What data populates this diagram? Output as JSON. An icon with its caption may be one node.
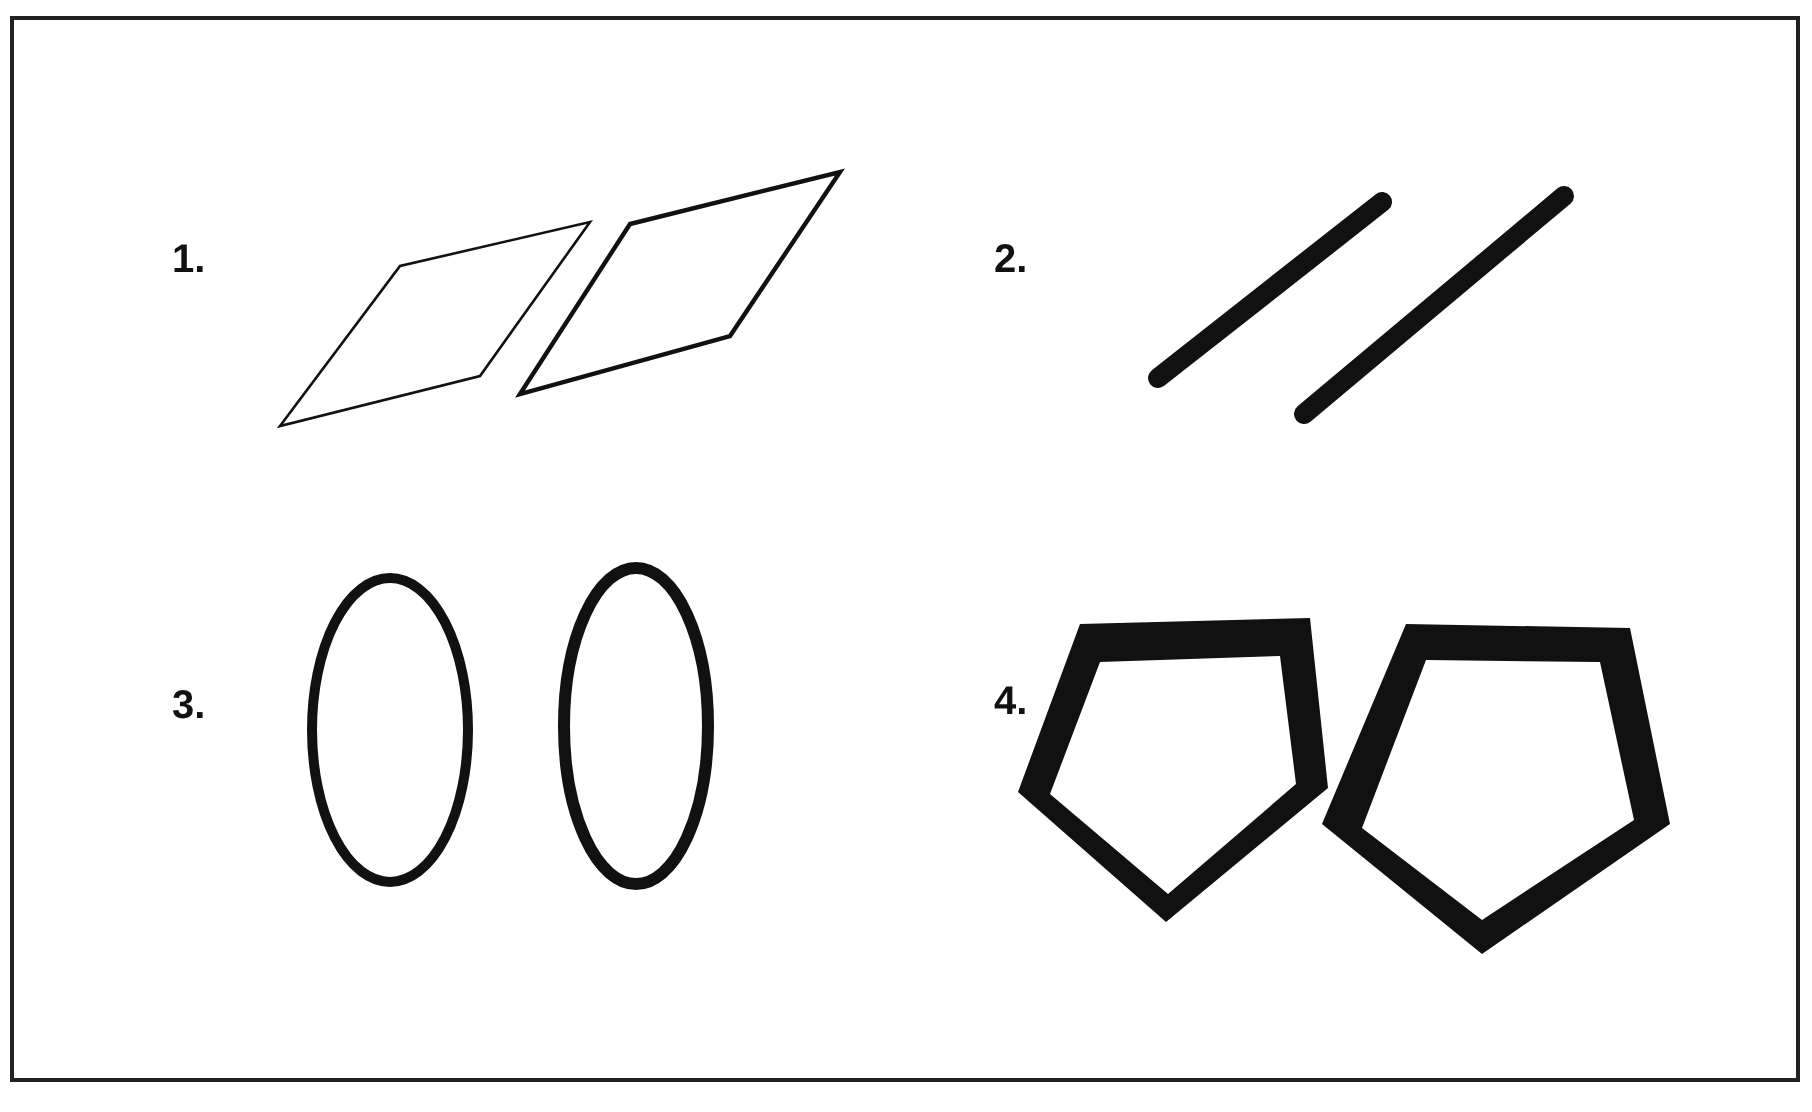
{
  "diagram": {
    "labels": [
      "1.",
      "2.",
      "3.",
      "4."
    ]
  }
}
